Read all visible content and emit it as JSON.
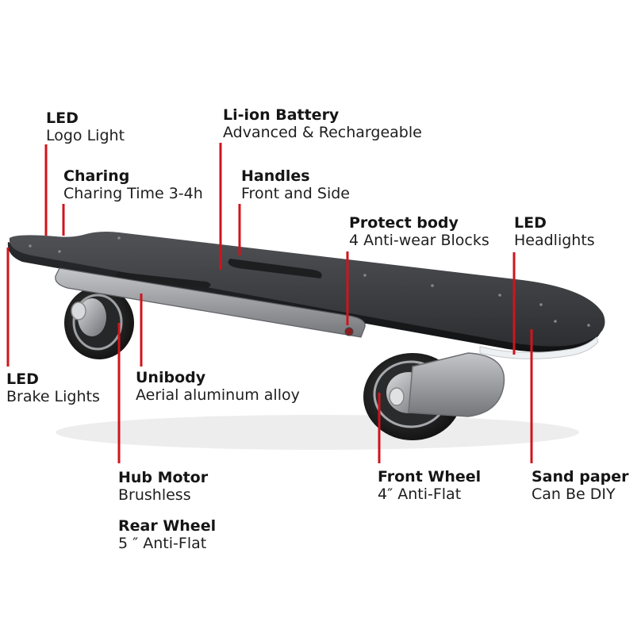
{
  "colors": {
    "leader": "#d0141b",
    "background": "#ffffff",
    "deck": "#3a3b3e",
    "frame": "#9a9c9f"
  },
  "callouts": {
    "led_logo": {
      "title": "LED",
      "subtitle": "Logo Light"
    },
    "charging": {
      "title": "Charing",
      "subtitle": "Charing Time 3-4h"
    },
    "battery": {
      "title": "Li-ion Battery",
      "subtitle": "Advanced & Rechargeable"
    },
    "handles": {
      "title": "Handles",
      "subtitle": "Front and Side"
    },
    "protect_body": {
      "title": "Protect body",
      "subtitle": "4 Anti-wear Blocks"
    },
    "led_headlights": {
      "title": "LED",
      "subtitle": "Headlights"
    },
    "led_brake": {
      "title": "LED",
      "subtitle": "Brake Lights"
    },
    "unibody": {
      "title": "Unibody",
      "subtitle": "Aerial aluminum alloy"
    },
    "hub_motor": {
      "title": "Hub Motor",
      "subtitle": "Brushless"
    },
    "rear_wheel": {
      "title": "Rear Wheel",
      "subtitle": "5  ″ Anti-Flat"
    },
    "front_wheel": {
      "title": "Front Wheel",
      "subtitle": "4″  Anti-Flat"
    },
    "sand_paper": {
      "title": "Sand paper",
      "subtitle": "Can Be DIY"
    }
  }
}
